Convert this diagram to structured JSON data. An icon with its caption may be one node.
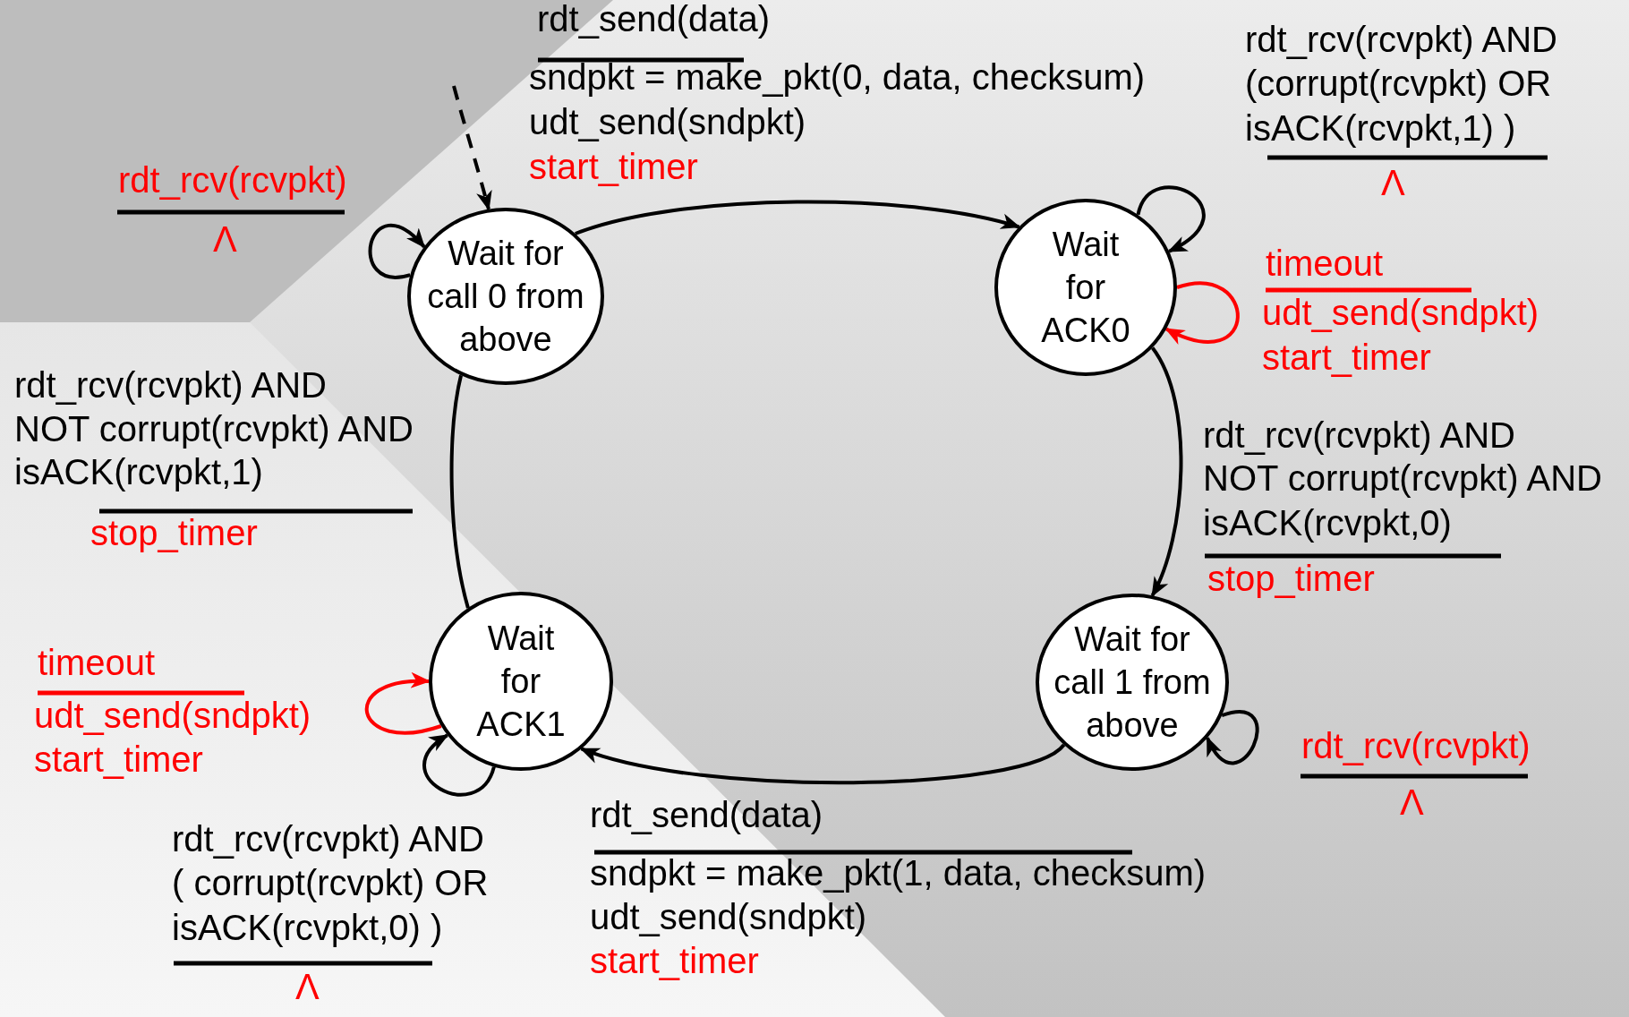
{
  "diagram": {
    "nodes": [
      {
        "text": [
          "Wait for call 0 from above"
        ]
      },
      {
        "text": [
          "Wait for ACK0"
        ]
      },
      {
        "text": [
          "Wait for ACK1"
        ]
      },
      {
        "text": [
          "Wait for call 1 from above"
        ]
      }
    ],
    "edges": [
      {
        "from": null,
        "to": 0,
        "arrow": "to",
        "style": "dashed"
      },
      {
        "from": 0,
        "to": 1,
        "arrow": "to"
      },
      {
        "from": 1,
        "to": 1,
        "arrow": "to"
      },
      {
        "from": 1,
        "to": 1,
        "arrow": "to",
        "color": "#ff0000"
      },
      {
        "from": 1,
        "to": 3,
        "arrow": "to"
      },
      {
        "from": 3,
        "to": 3,
        "arrow": "to"
      },
      {
        "from": 3,
        "to": 2,
        "arrow": "to"
      },
      {
        "from": 2,
        "to": 2,
        "arrow": "to",
        "color": "#ff0000"
      },
      {
        "from": 2,
        "to": 2,
        "arrow": "to"
      },
      {
        "from": 2,
        "to": 0,
        "arrow": "none"
      },
      {
        "from": 0,
        "to": 0,
        "arrow": "to"
      }
    ],
    "labels": [
      "rdt_send(data)",
      "sndpkt = make_pkt(0, data, checksum)",
      "udt_send(sndpkt)",
      "start_timer",
      "rdt_rcv(rcvpkt) AND",
      "(corrupt(rcvpkt) OR",
      "isACK(rcvpkt,1) )",
      "Λ",
      "rdt_rcv(rcvpkt)",
      "Λ",
      "timeout",
      "udt_send(sndpkt)",
      "start_timer",
      "rdt_rcv(rcvpkt) AND",
      "NOT corrupt(rcvpkt) AND",
      "isACK(rcvpkt,1)",
      "rdt_rcv(rcvpkt) AND",
      "NOT corrupt(rcvpkt) AND",
      "isACK(rcvpkt,0)",
      "stop_timer",
      "stop_timer",
      "timeout",
      "udt_send(sndpkt)",
      "start_timer",
      "rdt_rcv(rcvpkt)",
      "Λ",
      "rdt_send(data)",
      "sndpkt = make_pkt(1, data, checksum)",
      "udt_send(sndpkt)",
      "start_timer",
      "rdt_rcv(rcvpkt) AND",
      "( corrupt(rcvpkt) OR",
      "isACK(rcvpkt,0) )",
      "Λ"
    ]
  }
}
